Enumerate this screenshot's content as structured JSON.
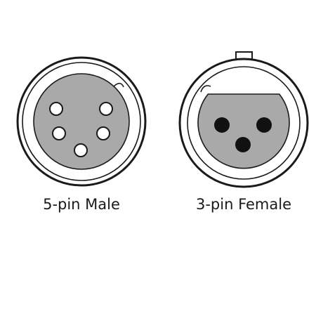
{
  "colors": {
    "outline": "#1a1a1a",
    "face_fill": "#a9a9a9",
    "ring_fill": "#ffffff",
    "male_pin_fill": "#ffffff",
    "female_socket_fill": "#111111",
    "background": "#ffffff"
  },
  "connectors": [
    {
      "id": "male",
      "label": "5-pin Male",
      "pin_count": 5,
      "pin_style": "hollow-pin"
    },
    {
      "id": "female",
      "label": "3-pin Female",
      "pin_count": 3,
      "pin_style": "solid-socket"
    }
  ]
}
